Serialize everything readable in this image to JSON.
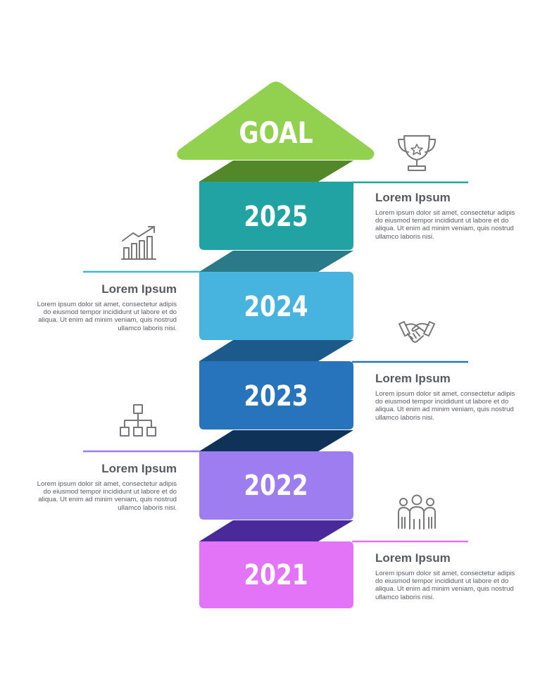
{
  "goal": {
    "label": "GOAL",
    "color": "#92d050"
  },
  "steps": [
    {
      "year": "2025",
      "color": "#21a3a3",
      "fold_color": "#1f7f7e",
      "icon": "trophy-icon",
      "title": "Lorem Ipsum",
      "text": "Lorem ipsum dolor sit amet, consectetur adipis do eiusmod tempor incididunt ut labore et do aliqua. Ut enim ad minim veniam, quis nostrud ullamco laboris nisi."
    },
    {
      "year": "2024",
      "color": "#47b3df",
      "fold_color": "#2b7a8a",
      "icon": "growth-chart-icon",
      "title": "Lorem Ipsum",
      "text": "Lorem ipsum dolor sit amet, consectetur adipis do eiusmod tempor incididunt ut labore et do aliqua. Ut enim ad minim veniam, quis nostrud ullamco laboris nisi."
    },
    {
      "year": "2023",
      "color": "#2773bc",
      "fold_color": "#1d5a8c",
      "icon": "handshake-icon",
      "title": "Lorem Ipsum",
      "text": "Lorem ipsum dolor sit amet, consectetur adipis do eiusmod tempor incididunt ut labore et do aliqua. Ut enim ad minim veniam, quis nostrud ullamco laboris nisi."
    },
    {
      "year": "2022",
      "color": "#9d7df0",
      "fold_color": "#0f3358",
      "icon": "hierarchy-icon",
      "title": "Lorem Ipsum",
      "text": "Lorem ipsum dolor sit amet, consectetur adipis do eiusmod tempor incididunt ut labore et do aliqua. Ut enim ad minim veniam, quis nostrud ullamco laboris nisi."
    },
    {
      "year": "2021",
      "color": "#e374f7",
      "fold_color": "#4a2a9b",
      "icon": "team-icon",
      "title": "Lorem Ipsum",
      "text": "Lorem ipsum dolor sit amet, consectetur adipis do eiusmod tempor incididunt ut labore et do aliqua. Ut enim ad minim veniam, quis nostrud ullamco laboris nisi."
    }
  ],
  "top_fold_color": "#52882a",
  "icon_color": "#777777"
}
